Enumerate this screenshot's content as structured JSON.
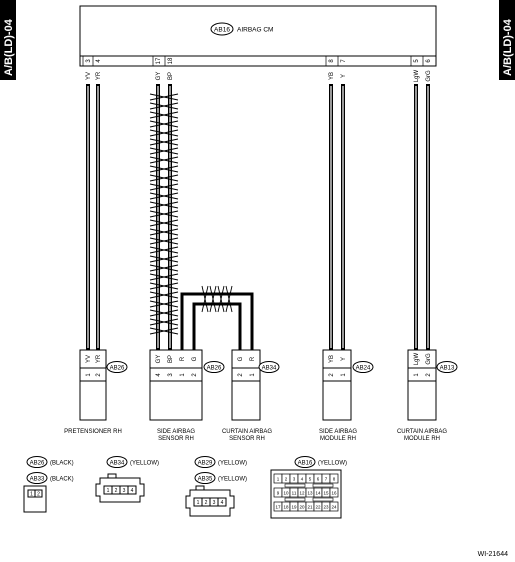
{
  "side_tag": "A/B(LD)-04",
  "control_module": {
    "connector_id": "AB16",
    "name": "AIRBAG CM"
  },
  "cm_pins": [
    {
      "pin": "3",
      "wire": "YV"
    },
    {
      "pin": "4",
      "wire": "YR"
    },
    {
      "pin": "17",
      "wire": "GY"
    },
    {
      "pin": "18",
      "wire": "BP"
    },
    {
      "pin": "8",
      "wire": "YB"
    },
    {
      "pin": "7",
      "wire": "Y"
    },
    {
      "pin": "5",
      "wire": "LgW"
    },
    {
      "pin": "6",
      "wire": "GrG"
    }
  ],
  "components": {
    "pretensioner": {
      "connector": "AB26",
      "label1": "PRETENSIONER RH",
      "label2": "",
      "pins": [
        {
          "pin": "1",
          "wire": "YV"
        },
        {
          "pin": "2",
          "wire": "YR"
        }
      ]
    },
    "side_sensor": {
      "connector": "AB26",
      "label1": "SIDE AIRBAG",
      "label2": "SENSOR RH",
      "pins": [
        {
          "pin": "4",
          "wire": "GY"
        },
        {
          "pin": "3",
          "wire": "BP"
        },
        {
          "pin": "1",
          "wire": "R"
        },
        {
          "pin": "2",
          "wire": "G"
        }
      ]
    },
    "curtain_sensor": {
      "connector": "AB34",
      "label1": "CURTAIN AIRBAG",
      "label2": "SENSOR RH",
      "pins": [
        {
          "pin": "2",
          "wire": "G"
        },
        {
          "pin": "1",
          "wire": "R"
        }
      ]
    },
    "side_module": {
      "connector": "AB24",
      "label1": "SIDE AIRBAG",
      "label2": "MODULE RH",
      "pins": [
        {
          "pin": "2",
          "wire": "YB"
        },
        {
          "pin": "1",
          "wire": "Y"
        }
      ]
    },
    "curtain_module": {
      "connector": "AB13",
      "label1": "CURTAIN AIRBAG",
      "label2": "MODULE RH",
      "pins": [
        {
          "pin": "1",
          "wire": "LgW"
        },
        {
          "pin": "2",
          "wire": "GrG"
        }
      ]
    }
  },
  "legend": {
    "g1": {
      "rows": [
        {
          "id": "AB26",
          "color": "(BLACK)"
        },
        {
          "id": "AB33",
          "color": "(BLACK)"
        }
      ],
      "pins": [
        "1",
        "2"
      ]
    },
    "g2": {
      "rows": [
        {
          "id": "AB34",
          "color": "(YELLOW)"
        }
      ],
      "pins": [
        "1",
        "2",
        "3",
        "4"
      ]
    },
    "g3": {
      "rows": [
        {
          "id": "AB29",
          "color": "(YELLOW)"
        },
        {
          "id": "AB35",
          "color": "(YELLOW)"
        }
      ],
      "pins": [
        "1",
        "2",
        "3",
        "4"
      ]
    },
    "g4": {
      "rows": [
        {
          "id": "AB16",
          "color": "(YELLOW)"
        }
      ],
      "pin_rows": [
        [
          "1",
          "2",
          "3",
          "4",
          "5",
          "6",
          "7",
          "8"
        ],
        [
          "9",
          "10",
          "11",
          "12",
          "13",
          "14",
          "15",
          "16"
        ],
        [
          "17",
          "18",
          "19",
          "20",
          "21",
          "22",
          "23",
          "24"
        ]
      ]
    }
  },
  "diagram_code": "WI-21644"
}
